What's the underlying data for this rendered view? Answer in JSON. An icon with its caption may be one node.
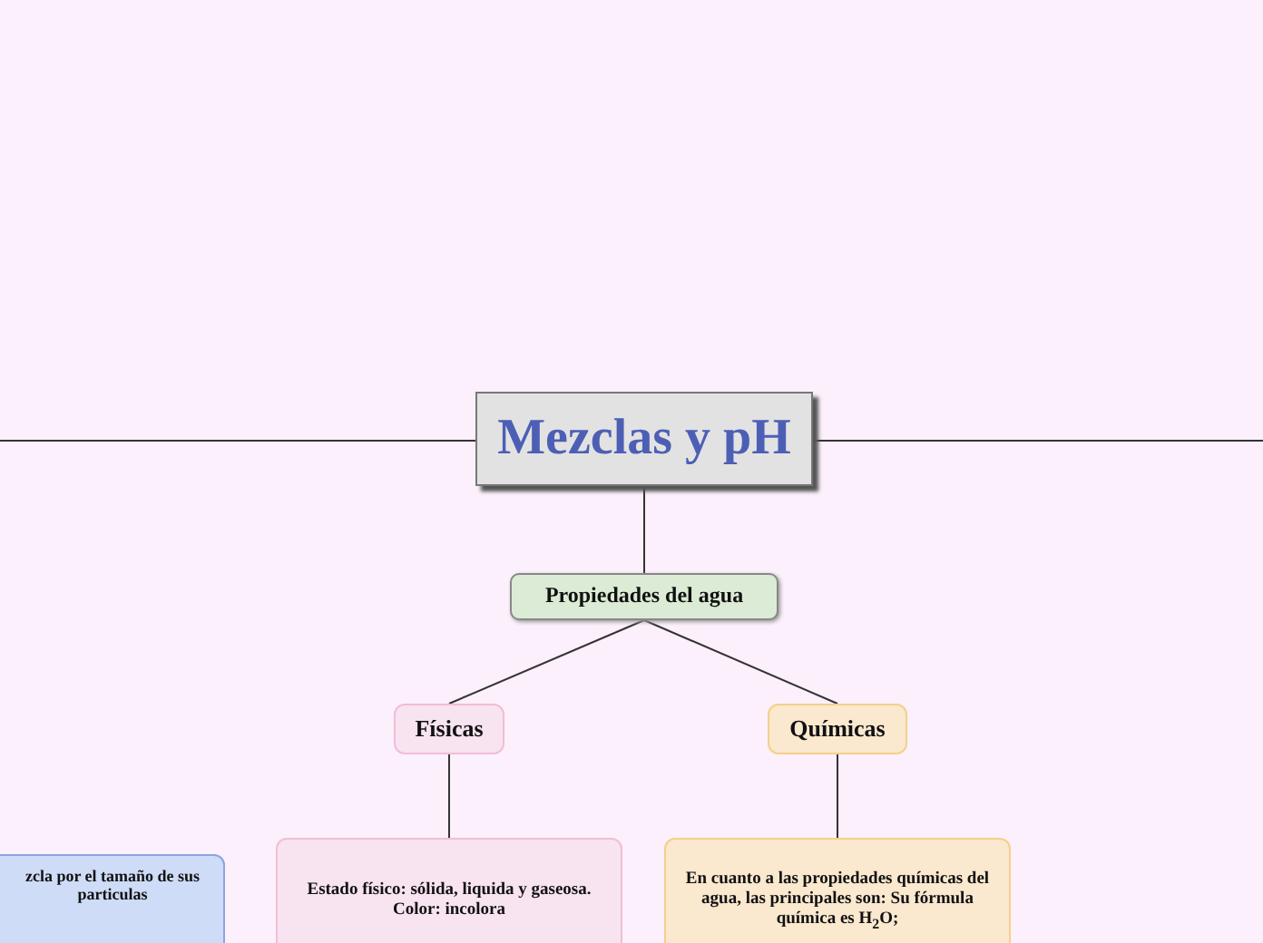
{
  "diagram": {
    "nodes": [
      {
        "text": [
          "Mezclas y pH"
        ]
      },
      {
        "text": [
          "Propiedades del agua"
        ]
      },
      {
        "text": [
          "Físicas"
        ]
      },
      {
        "text": [
          "Químicas"
        ]
      },
      {
        "text": [
          "Estado físico: sólida, liquida y gaseosa.",
          "Color: incolora"
        ]
      },
      {
        "text": [
          "En cuanto a las propiedades químicas del agua, las principales son: Su fórmula química es H$_{2}$O;"
        ]
      },
      {
        "text": [
          "zcla por el tamaño de sus particulas"
        ]
      }
    ],
    "edges": [
      {
        "from": 0,
        "to": null,
        "arrow": "none"
      },
      {
        "from": 0,
        "to": null,
        "arrow": "none"
      },
      {
        "from": 0,
        "to": 1,
        "arrow": "none"
      },
      {
        "from": 1,
        "to": 2,
        "arrow": "none"
      },
      {
        "from": 1,
        "to": 3,
        "arrow": "none"
      },
      {
        "from": 2,
        "to": 4,
        "arrow": "none"
      },
      {
        "from": 3,
        "to": 5,
        "arrow": "none"
      }
    ]
  }
}
